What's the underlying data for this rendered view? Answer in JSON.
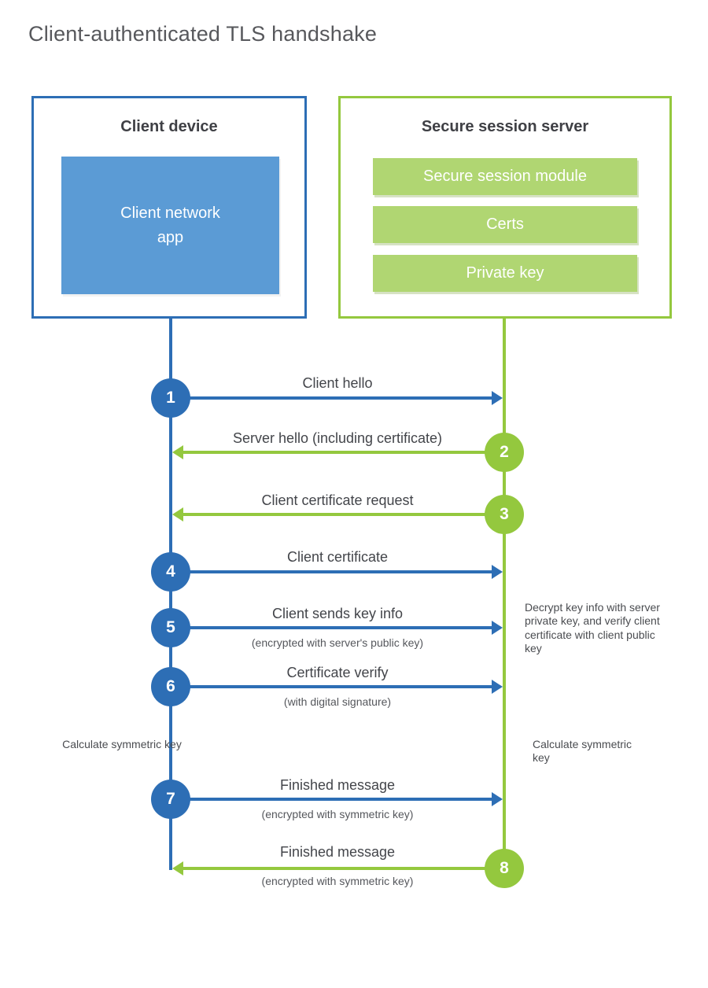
{
  "page": {
    "title": "Client-authenticated TLS handshake"
  },
  "colors": {
    "client_blue": "#2d6eb5",
    "client_fill_blue": "#5b9bd5",
    "server_green": "#94c83e",
    "server_fill_green": "#b0d672",
    "text_dark": "#3f4045"
  },
  "client": {
    "title": "Client device",
    "app_label": "Client network app"
  },
  "server": {
    "title": "Secure session server",
    "modules": [
      "Secure session module",
      "Certs",
      "Private key"
    ]
  },
  "steps": [
    {
      "num": "1",
      "actor": "client",
      "direction": "client-to-server",
      "label": "Client hello",
      "sublabel": ""
    },
    {
      "num": "2",
      "actor": "server",
      "direction": "server-to-client",
      "label": "Server hello (including certificate)",
      "sublabel": ""
    },
    {
      "num": "3",
      "actor": "server",
      "direction": "server-to-client",
      "label": "Client certificate request",
      "sublabel": ""
    },
    {
      "num": "4",
      "actor": "client",
      "direction": "client-to-server",
      "label": "Client certificate",
      "sublabel": ""
    },
    {
      "num": "5",
      "actor": "client",
      "direction": "client-to-server",
      "label": "Client sends key info",
      "sublabel": "(encrypted with server's public key)"
    },
    {
      "num": "6",
      "actor": "client",
      "direction": "client-to-server",
      "label": "Certificate verify",
      "sublabel": "(with digital signature)"
    },
    {
      "num": "7",
      "actor": "client",
      "direction": "client-to-server",
      "label": "Finished message",
      "sublabel": "(encrypted with symmetric key)"
    },
    {
      "num": "8",
      "actor": "server",
      "direction": "server-to-client",
      "label": "Finished message",
      "sublabel": "(encrypted with symmetric key)"
    }
  ],
  "annotations": {
    "decrypt_note": "Decrypt key info with server private key, and verify client certificate with client public key",
    "calc_left": "Calculate symmetric key",
    "calc_right": "Calculate symmetric key"
  }
}
